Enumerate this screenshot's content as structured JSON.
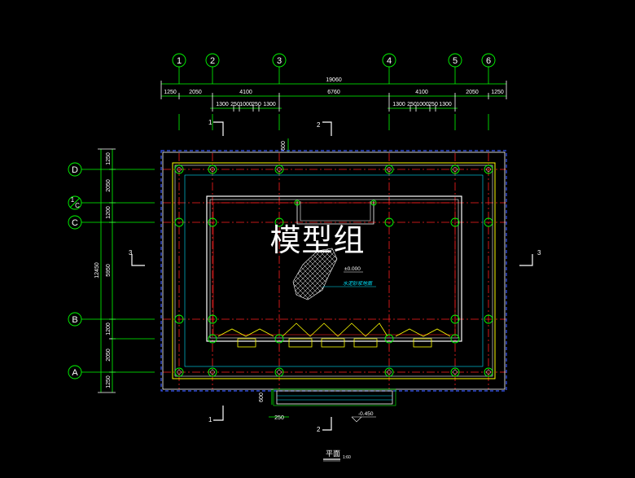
{
  "title": "平面",
  "scale": "1:60",
  "watermark": "模型组",
  "axes_top": [
    "1",
    "2",
    "3",
    "4",
    "5",
    "6"
  ],
  "axes_left": [
    "D",
    "1/C",
    "C",
    "B",
    "A"
  ],
  "axis_sub": {
    "num": "1",
    "letter": "C"
  },
  "dims_top_total": "19060",
  "dims_top_row": [
    "1250",
    "2050",
    "4100",
    "6760",
    "4100",
    "2050",
    "1250"
  ],
  "dims_top_sub_left": [
    "1300",
    "250",
    "1000",
    "250",
    "1300"
  ],
  "dims_top_sub_right": [
    "1300",
    "250",
    "1000",
    "250",
    "1300"
  ],
  "dims_left_total": "12450",
  "dims_left_row": [
    "1250",
    "2050",
    "1200",
    "5950",
    "1200",
    "2050",
    "1250"
  ],
  "dim_600_top": "600",
  "dim_600_bottom": "600",
  "dim_250_bottom": "250",
  "elevation_main": "±0.000",
  "elevation_step": "-0.450",
  "floor_note": "水泥砂浆地面",
  "section_marks": {
    "s1_top": "1",
    "s2_top": "2",
    "s1_bottom": "1",
    "s2_bottom": "2",
    "s3_left": "3",
    "s3_right": "3"
  },
  "colors": {
    "background": "#000000",
    "grid": "#ff2020",
    "wall": "#ffff00",
    "column": "#00ff00",
    "dimension": "#00ff00",
    "text": "#ffffff",
    "note": "#00e5ff"
  }
}
